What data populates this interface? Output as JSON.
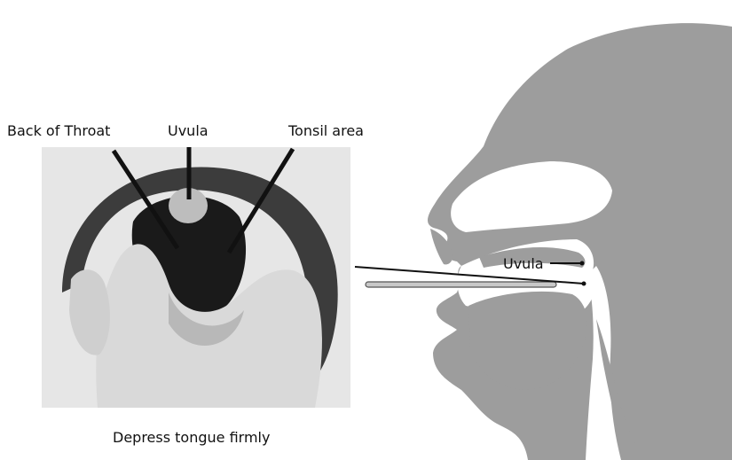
{
  "labels": {
    "back_of_throat": "Back of Throat",
    "uvula_photo": "Uvula",
    "tonsil_area": "Tonsil area",
    "uvula_profile": "Uvula"
  },
  "caption": "Depress tongue firmly",
  "colors": {
    "head_silhouette": "#9d9d9d",
    "photo_background": "#e6e6e6",
    "mouth_rim": "#3c3c3c",
    "throat_dark": "#1a1a1a",
    "tongue": "#d9d9d9",
    "pointer_line": "#111111",
    "depressor": "#c8c8c8"
  }
}
